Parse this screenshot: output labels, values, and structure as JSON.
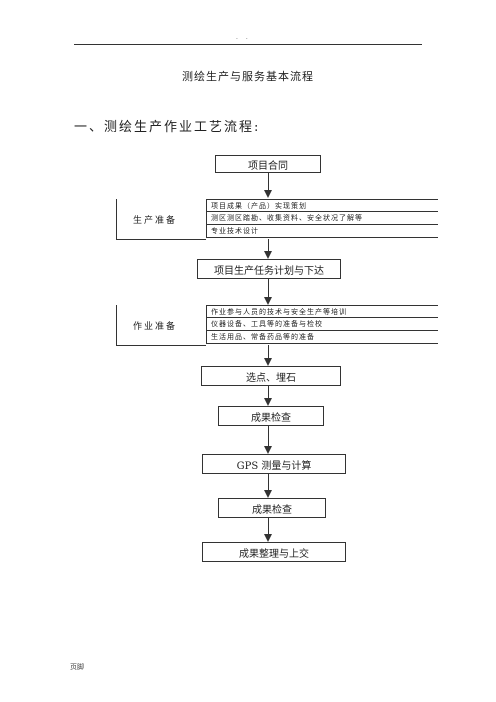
{
  "header": {
    "mark": "· ·"
  },
  "document": {
    "title": "测绘生产与服务基本流程",
    "section_title": "一、测绘生产作业工艺流程:"
  },
  "flow": {
    "contract": "项目合同",
    "production_prep": {
      "label": "生产准备",
      "items": [
        "项目成果（产品）实现策划",
        "测区测区踏勘、收集资料、安全状况了解等",
        "专业技术设计"
      ]
    },
    "task_plan": "项目生产任务计划与下达",
    "operation_prep": {
      "label": "作业准备",
      "items": [
        "作业参与人员的技术与安全生产等培训",
        "仪器设备、工具等的准备与检校",
        "生活用品、常备药品等的准备"
      ]
    },
    "point_selection": "选点、埋石",
    "quality_check_1": "成果检查",
    "gps_survey": "GPS 测量与计算",
    "quality_check_2": "成果检查",
    "submission": "成果整理与上交"
  },
  "footer": {
    "label": "页脚"
  }
}
